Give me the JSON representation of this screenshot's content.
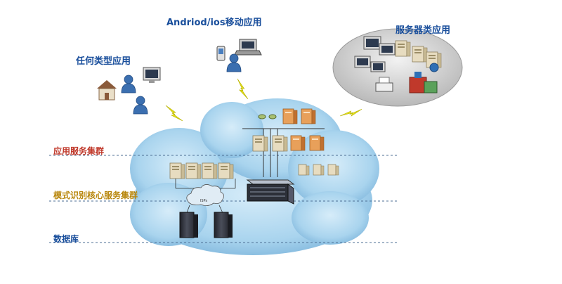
{
  "labels": {
    "any_type_app": "任何类型应用",
    "mobile_app": "Andriod/ios移动应用",
    "server_app": "服务器类应用",
    "app_service_cluster": "应用服务集群",
    "pattern_core_cluster": "模式识别核心服务集群",
    "database": "数据库",
    "small_cloud": "ISPs"
  },
  "colors": {
    "cloud_fill": "#a9d4ee",
    "cloud_edge": "#7fb6dc",
    "label_red": "#c0392b",
    "label_gold": "#b8860b",
    "label_blue": "#1a4f9c",
    "lightning": "#e3e01a",
    "server_beige": "#e7dcc0",
    "server_orange": "#d88a3a",
    "rack_dark": "#3a3d48"
  },
  "icons": [
    "house-icon",
    "user-icon",
    "monitor-icon",
    "phone-icon",
    "laptop-icon",
    "server-icon",
    "rack-icon",
    "switch-icon",
    "printer-icon",
    "lightning-icon"
  ]
}
